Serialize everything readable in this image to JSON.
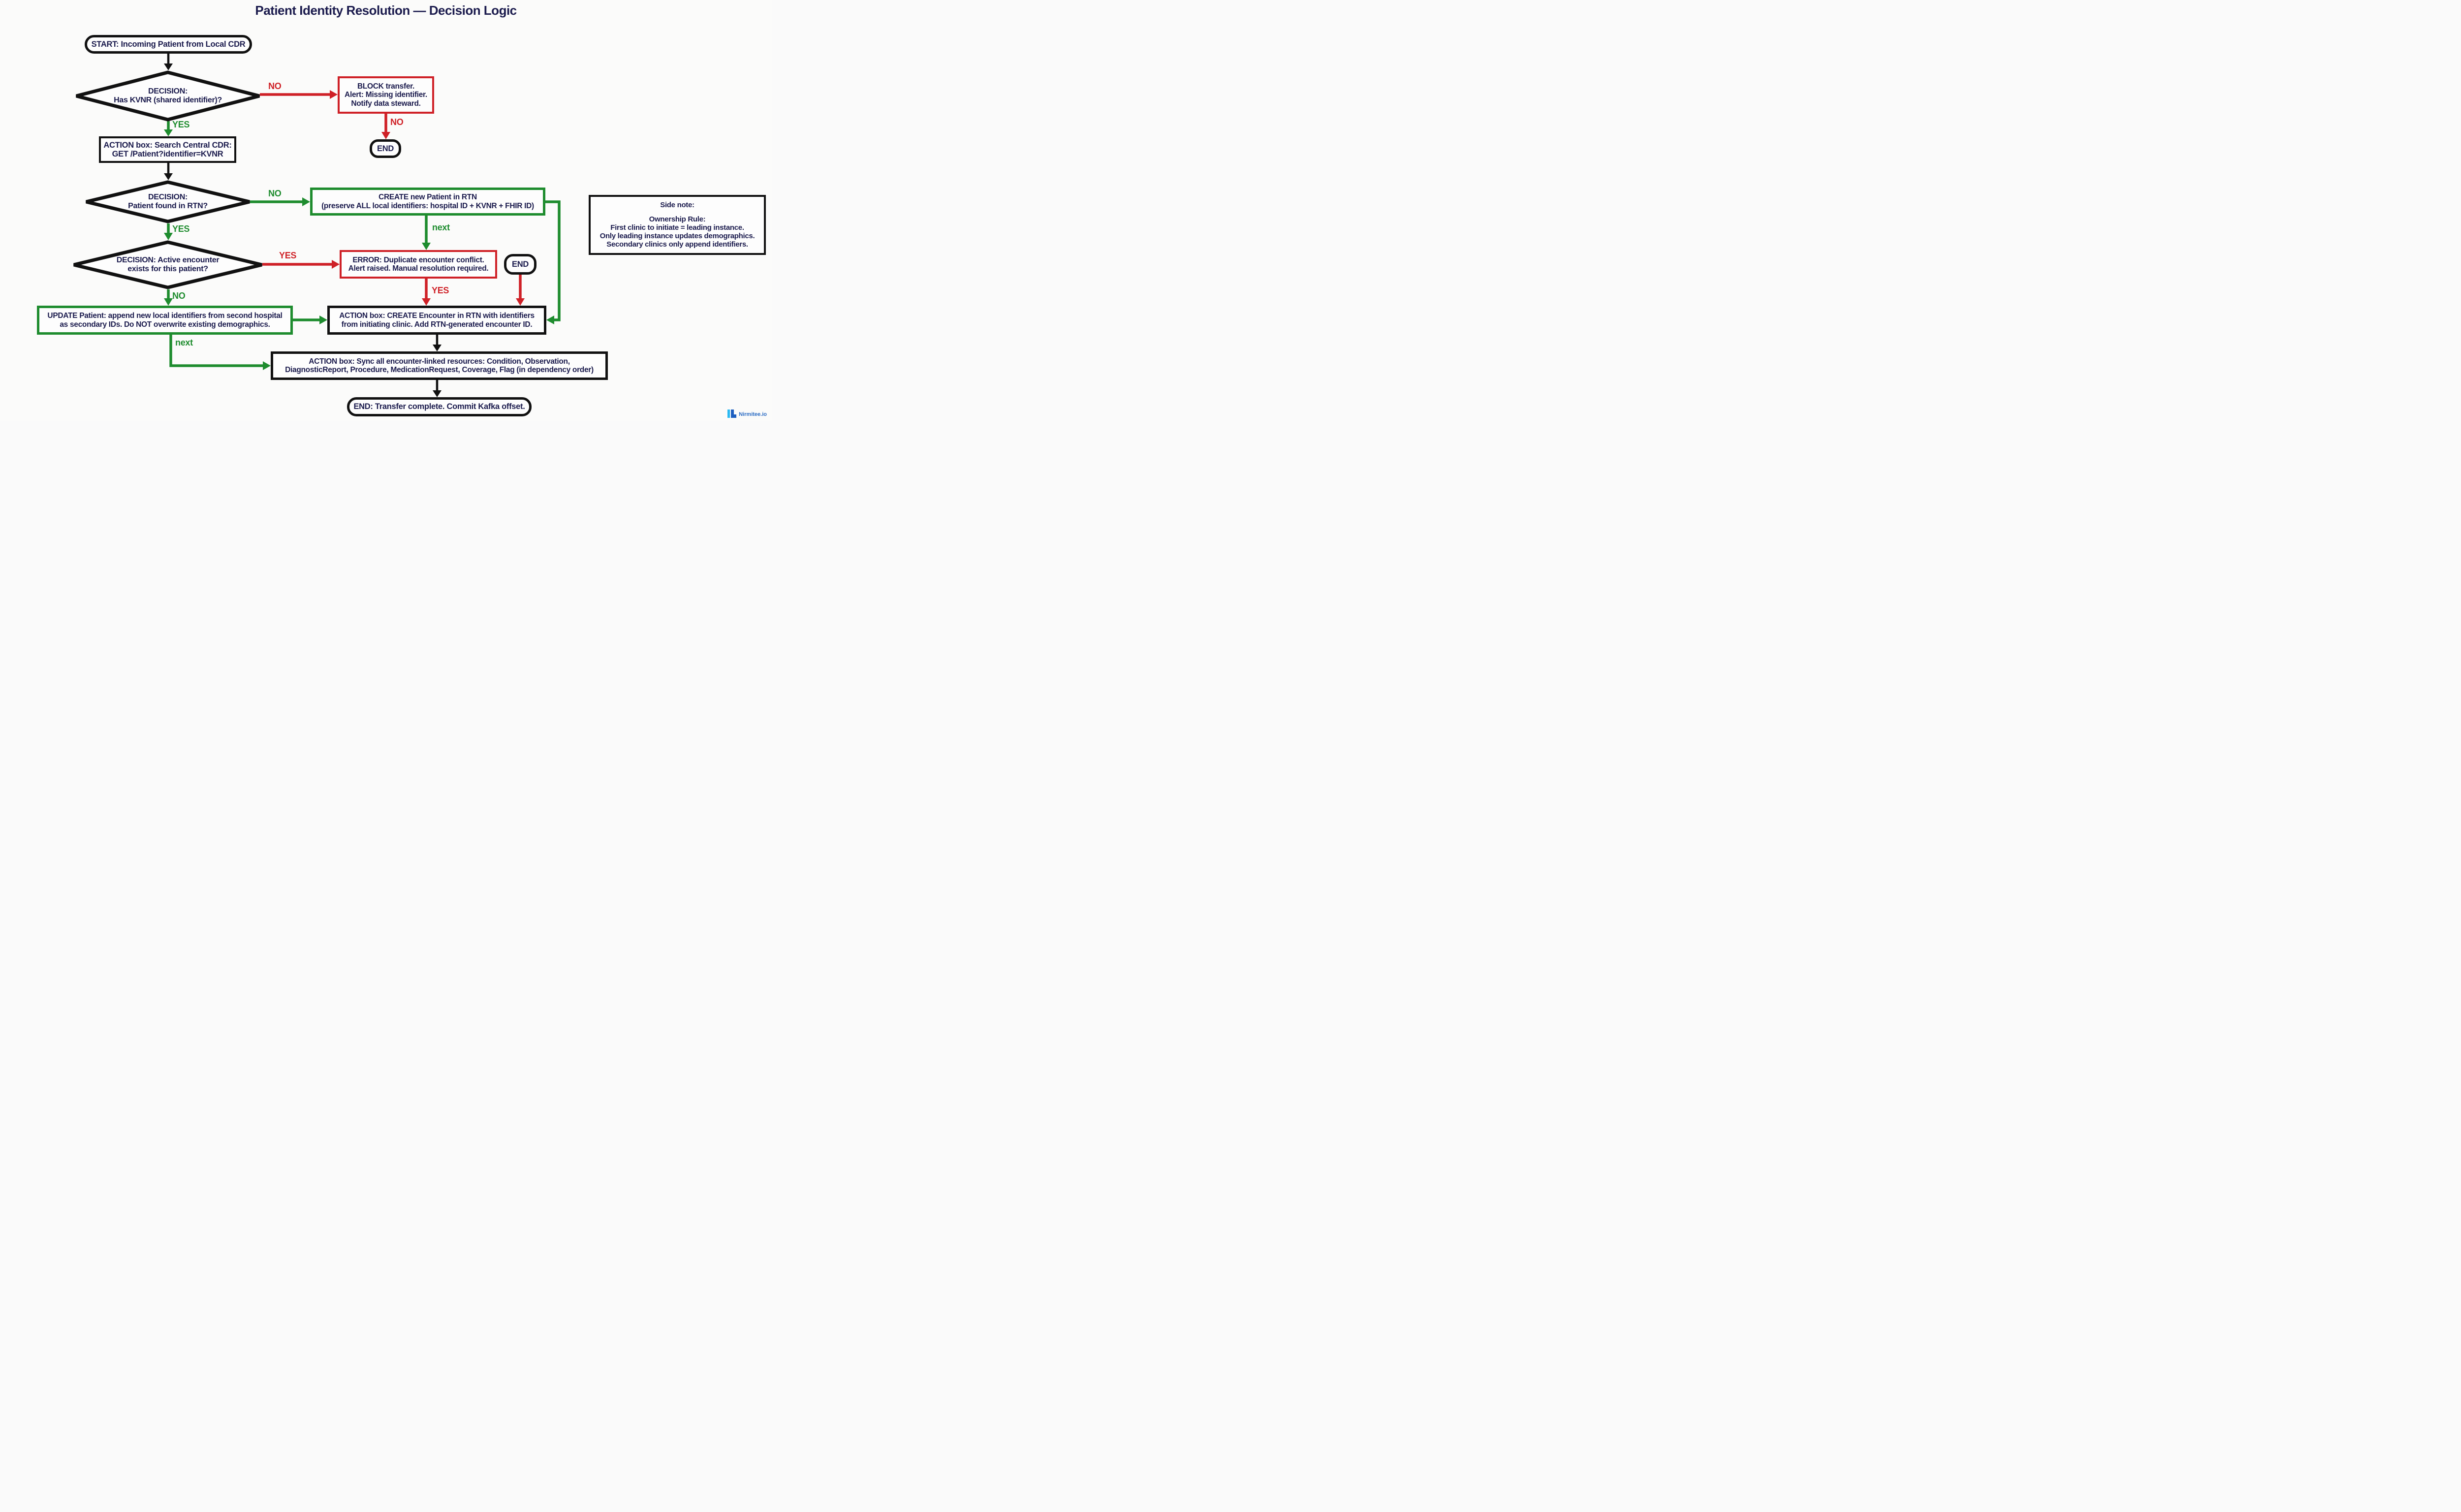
{
  "title": "Patient Identity Resolution — Decision Logic",
  "nodes": {
    "start": {
      "label": "START: Incoming Patient from Local CDR"
    },
    "decision1": {
      "line1": "DECISION:",
      "line2": "Has KVNR (shared identifier)?"
    },
    "block": {
      "line1": "BLOCK transfer.",
      "line2": "Alert: Missing identifier.",
      "line3": "Notify data steward."
    },
    "end1": {
      "label": "END"
    },
    "action1": {
      "line1": "ACTION box: Search Central CDR:",
      "line2": "GET /Patient?identifier=KVNR"
    },
    "decision2": {
      "line1": "DECISION:",
      "line2": "Patient found in RTN?"
    },
    "create": {
      "line1": "CREATE new Patient in RTN",
      "line2": "(preserve ALL local identifiers: hospital ID + KVNR + FHIR ID)"
    },
    "sidenote": {
      "title": "Side note:",
      "line1": "Ownership Rule:",
      "line2": "First clinic to initiate = leading instance.",
      "line3": "Only leading instance updates demographics.",
      "line4": "Secondary clinics only append identifiers."
    },
    "decision3": {
      "line1": "DECISION: Active encounter",
      "line2": "exists for this patient?"
    },
    "error": {
      "line1": "ERROR: Duplicate encounter conflict.",
      "line2": "Alert raised. Manual resolution required."
    },
    "end2": {
      "label": "END"
    },
    "update": {
      "line1": "UPDATE Patient: append new local identifiers from second hospital",
      "line2": "as secondary IDs. Do NOT overwrite existing demographics."
    },
    "action2": {
      "line1": "ACTION box: CREATE Encounter in RTN with identifiers",
      "line2": "from initiating clinic. Add RTN-generated encounter ID."
    },
    "sync": {
      "line1": "ACTION box: Sync all encounter-linked resources: Condition, Observation,",
      "line2": "DiagnosticReport, Procedure, MedicationRequest, Coverage, Flag (in dependency order)"
    },
    "end3": {
      "label": "END: Transfer complete. Commit Kafka offset."
    }
  },
  "edge_labels": {
    "d1_no": "NO",
    "d1_yes": "YES",
    "block_no": "NO",
    "d2_no": "NO",
    "d2_yes": "YES",
    "create_next": "next",
    "d3_yes": "YES",
    "d3_no": "NO",
    "error_yes": "YES",
    "update_next": "next"
  },
  "watermark": {
    "text": "Nirmitee.io"
  },
  "colors": {
    "text_navy": "#1b1b4d",
    "edge_red": "#cf2127",
    "edge_green": "#1e8c2e",
    "edge_black": "#111111",
    "background": "#fbfbfa",
    "watermark_light_blue": "#29b9f2",
    "watermark_dark_blue": "#1d5fc0",
    "watermark_text_blue": "#2b6cc4"
  }
}
